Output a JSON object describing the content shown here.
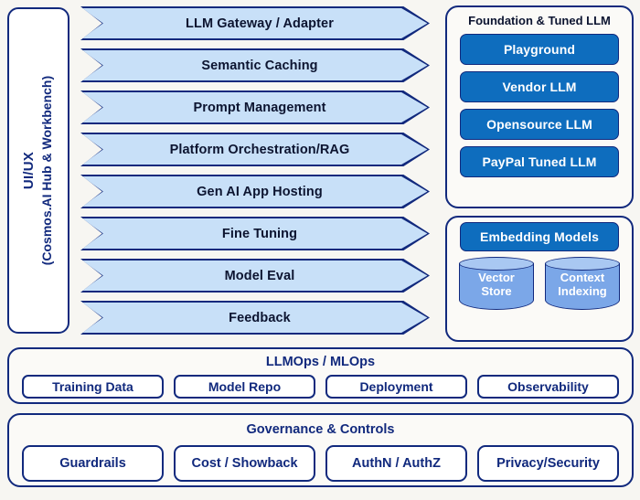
{
  "diagram": {
    "colors": {
      "background": "#f7f6f2",
      "outline_navy": "#11297d",
      "chevron_fill": "#c8e0f8",
      "button_blue": "#0e6dbe",
      "cylinder_fill": "#7ba7e8",
      "cylinder_top": "#a9c8f2",
      "text_dark": "#0c1430",
      "text_white": "#ffffff"
    }
  },
  "uiux": {
    "line1": "UI/UX",
    "line2": "(Cosmos.AI Hub & Workbench)"
  },
  "capabilities": [
    {
      "label": "LLM Gateway / Adapter"
    },
    {
      "label": "Semantic Caching"
    },
    {
      "label": "Prompt Management"
    },
    {
      "label": "Platform Orchestration/RAG"
    },
    {
      "label": "Gen AI App Hosting"
    },
    {
      "label": "Fine Tuning"
    },
    {
      "label": "Model Eval"
    },
    {
      "label": "Feedback"
    }
  ],
  "foundation": {
    "title": "Foundation & Tuned LLM",
    "items": [
      {
        "label": "Playground"
      },
      {
        "label": "Vendor LLM"
      },
      {
        "label": "Opensource LLM"
      },
      {
        "label": "PayPal Tuned LLM"
      }
    ]
  },
  "embedding": {
    "model_box": "Embedding Models",
    "stores": [
      {
        "line1": "Vector",
        "line2": "Store"
      },
      {
        "line1": "Context",
        "line2": "Indexing"
      }
    ]
  },
  "llmops": {
    "title": "LLMOps / MLOps",
    "items": [
      {
        "label": "Training Data"
      },
      {
        "label": "Model Repo"
      },
      {
        "label": "Deployment"
      },
      {
        "label": "Observability"
      }
    ]
  },
  "governance": {
    "title": "Governance & Controls",
    "items": [
      {
        "label": "Guardrails"
      },
      {
        "label": "Cost / Showback"
      },
      {
        "label": "AuthN / AuthZ"
      },
      {
        "label": "Privacy/Security"
      }
    ]
  }
}
